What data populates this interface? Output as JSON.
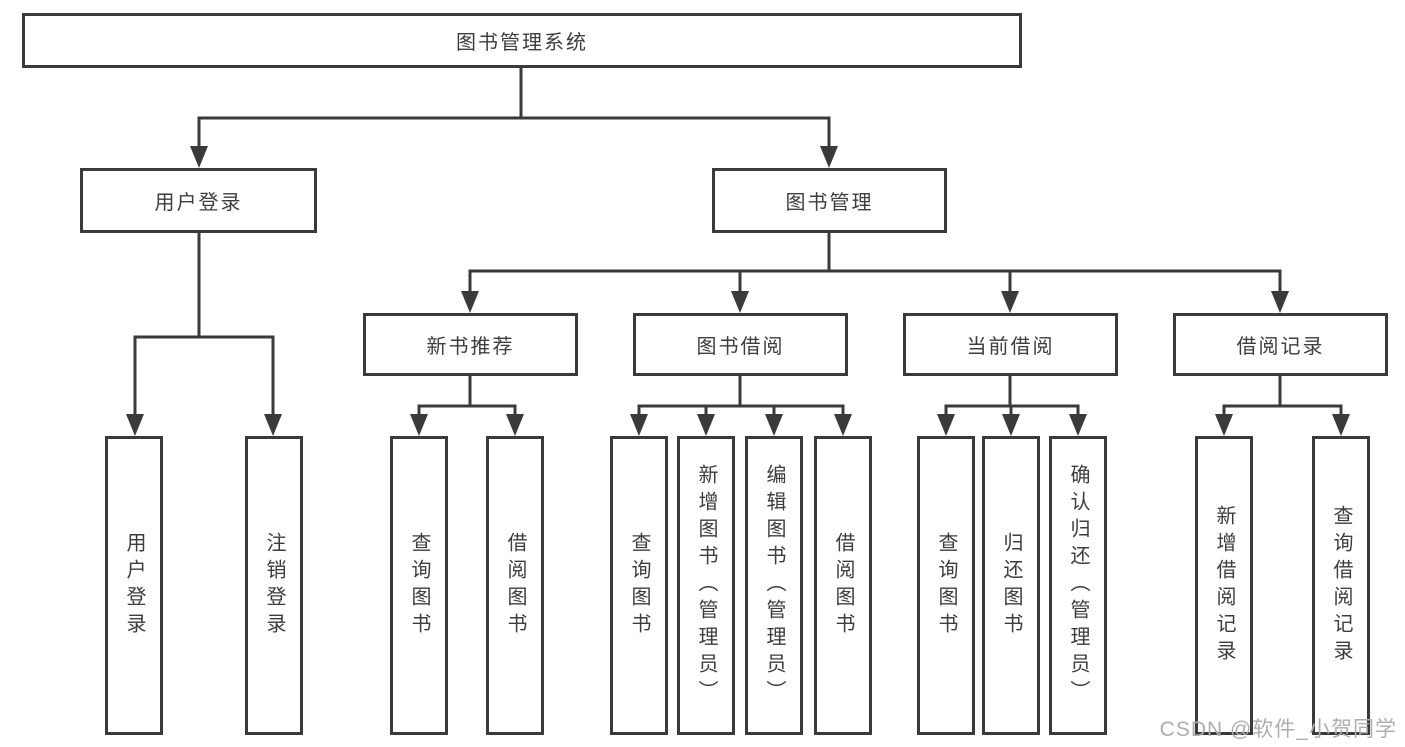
{
  "tree": {
    "label": "图书管理系统",
    "children": [
      {
        "label": "用户登录",
        "children": [
          {
            "label": "用户登录"
          },
          {
            "label": "注销登录"
          }
        ]
      },
      {
        "label": "图书管理",
        "children": [
          {
            "label": "新书推荐",
            "children": [
              {
                "label": "查询图书"
              },
              {
                "label": "借阅图书"
              }
            ]
          },
          {
            "label": "图书借阅",
            "children": [
              {
                "label": "查询图书"
              },
              {
                "label": "新增图书（管理员）"
              },
              {
                "label": "编辑图书（管理员）"
              },
              {
                "label": "借阅图书"
              }
            ]
          },
          {
            "label": "当前借阅",
            "children": [
              {
                "label": "查询图书"
              },
              {
                "label": "归还图书"
              },
              {
                "label": "确认归还（管理员）"
              }
            ]
          },
          {
            "label": "借阅记录",
            "children": [
              {
                "label": "新增借阅记录"
              },
              {
                "label": "查询借阅记录"
              }
            ]
          }
        ]
      }
    ]
  },
  "watermark": "CSDN @软件_小贺同学",
  "colors": {
    "line": "#3a3a3a",
    "text": "#3d3d3d",
    "watermark": "#aeaeae",
    "background": "#ffffff"
  }
}
